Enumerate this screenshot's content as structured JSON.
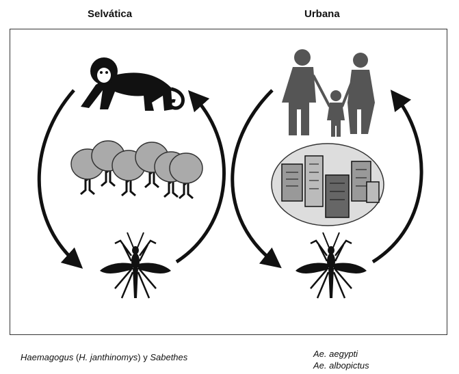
{
  "titles": {
    "sylvatic": "Selvática",
    "urban": "Urbana"
  },
  "captions": {
    "sylvatic": {
      "part1": "Haemagogus",
      "part2": " (",
      "part3": "H. janthinomys",
      "part4": ") y ",
      "part5": "Sabethes"
    },
    "urban": {
      "line1": "Ae. aegypti",
      "line2": "Ae. albopictus"
    }
  },
  "icons": {
    "monkey": "monkey-icon",
    "trees": "forest-icon",
    "mosquito": "mosquito-icon",
    "people": "family-icon",
    "city": "city-icon"
  },
  "colors": {
    "ink": "#111111",
    "tree_fill": "#aaaaaa",
    "people_fill": "#555555"
  }
}
